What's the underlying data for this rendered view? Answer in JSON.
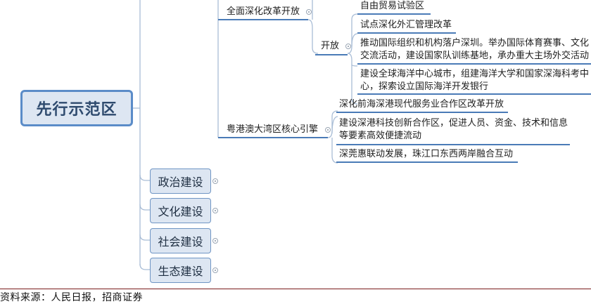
{
  "root": {
    "label": "先行示范区"
  },
  "branches": [
    {
      "label": "全面深化改革开放",
      "children": [
        {
          "label": "开放",
          "children": [
            {
              "label": "自由贸易试验区"
            },
            {
              "label": "试点深化外汇管理改革"
            },
            {
              "label": "推动国际组织和机构落户深圳。举办国际体育赛事、文化交流活动，建设国家队训练基地，承办重大主场外交活动",
              "lines": [
                "推动国际组织和机构落户深圳。举办国际体育赛事、文化",
                "交流活动，建设国家队训练基地，承办重大主场外交活动"
              ]
            },
            {
              "label": "建设全球海洋中心城市，组建海洋大学和国家深海科考中心，探索设立国际海洋开发银行",
              "lines": [
                "建设全球海洋中心城市，组建海洋大学和国家深海科考中",
                "心，探索设立国际海洋开发银行"
              ]
            }
          ]
        }
      ]
    },
    {
      "label": "粤港澳大湾区核心引擎",
      "children": [
        {
          "label": "深化前海深港现代服务业合作区改革开放"
        },
        {
          "label": "建设深港科技创新合作区，促进人员、资金、技术和信息等要素高效便捷流动",
          "lines": [
            "建设深港科技创新合作区，促进人员、资金、技术和信息",
            "等要素高效便捷流动"
          ]
        },
        {
          "label": "深莞惠联动发展，珠江口东西两岸融合互动"
        }
      ]
    }
  ],
  "collapsed_branches": [
    {
      "label": "政治建设"
    },
    {
      "label": "文化建设"
    },
    {
      "label": "社会建设"
    },
    {
      "label": "生态建设"
    }
  ],
  "colors": {
    "node_border": "#5b8cc8",
    "node_fill": "#dde6f2",
    "underline": "#4a7bb7",
    "connector": "#a9bdd6",
    "footer_rule": "#7a1a1a"
  },
  "footer": {
    "source": "资料来源：人民日报，招商证券"
  }
}
